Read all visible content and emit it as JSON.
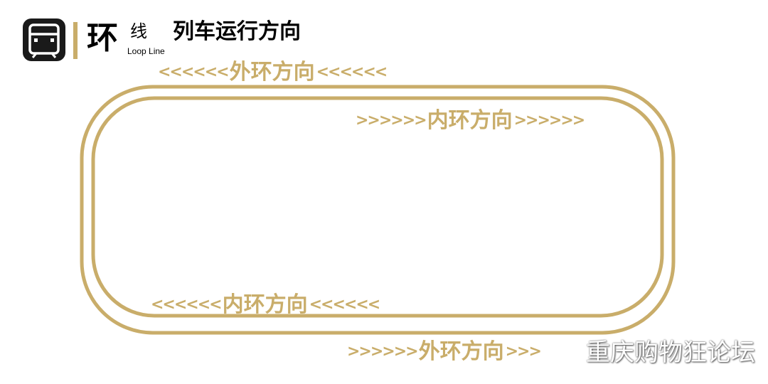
{
  "header": {
    "icon": "metro-train-icon",
    "line_char": "环",
    "line_char_small": "线",
    "line_en": "Loop Line",
    "title": "列车运行方向"
  },
  "colors": {
    "gold": "#c9ad6a",
    "dark": "#1a1a1a"
  },
  "directions": {
    "outer_top": {
      "prefix": "<<<<<<",
      "label": "外环方向",
      "suffix": "<<<<<<"
    },
    "inner_top": {
      "prefix": ">>>>>>",
      "label": "内环方向",
      "suffix": ">>>>>>"
    },
    "inner_bottom": {
      "prefix": "<<<<<<",
      "label": "内环方向",
      "suffix": "<<<<<<"
    },
    "outer_bottom": {
      "prefix": ">>>>>>",
      "label": "外环方向",
      "suffix": ">>>"
    }
  },
  "watermark": "重庆购物狂论坛"
}
